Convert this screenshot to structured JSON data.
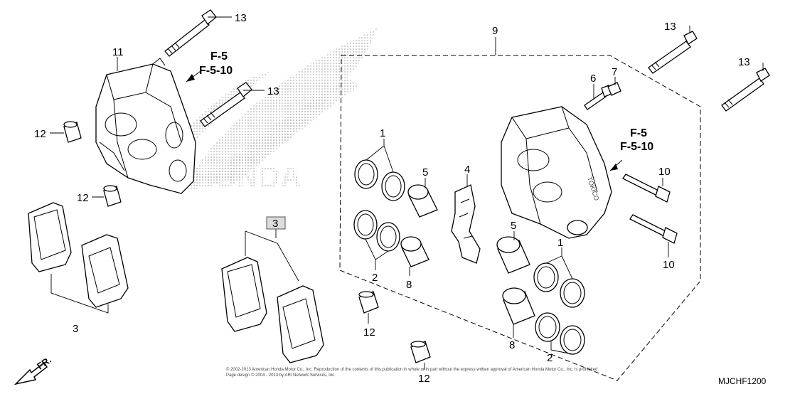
{
  "callouts": {
    "c13_top_left": "13",
    "c11": "11",
    "c13_mid_left": "13",
    "c12_left_a": "12",
    "c12_left_b": "12",
    "c9": "9",
    "c13_right_a": "13",
    "c13_right_b": "13",
    "c6": "6",
    "c7": "7",
    "c1_left": "1",
    "c5_left": "5",
    "c4": "4",
    "c2_left": "2",
    "c8_left": "8",
    "c3_boxed": "3",
    "c3_left": "3",
    "c12_bottom_a": "12",
    "c12_bottom_b": "12",
    "c10_a": "10",
    "c10_b": "10",
    "c5_right": "5",
    "c1_right": "1",
    "c8_right": "8",
    "c2_right": "2"
  },
  "references": {
    "left_line1": "F-5",
    "left_line2": "F-5-10",
    "right_line1": "F-5",
    "right_line2": "F-5-10"
  },
  "watermark": {
    "brand": "HONDA"
  },
  "caliper_marking": "TOKICO",
  "footer": {
    "copyright": "© 2002-2013 American Honda Motor Co., Inc. Reproduction of the contents of this publication in whole or in part without the express written approval of American Honda Motor Co., Inc. is prohibited.",
    "copyright_line2": "Page design © 2004 - 2013 by ARI Network Services, Inc.",
    "diagram_code": "MJCHF1200"
  },
  "direction": {
    "label": "FR."
  }
}
